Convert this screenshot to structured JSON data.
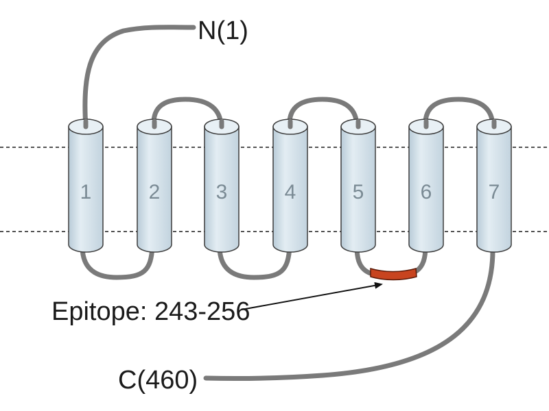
{
  "n_terminus_label": "N(1)",
  "c_terminus_label": "C(460)",
  "epitope_label": "Epitope: 243-256",
  "helices": [
    {
      "number": "1"
    },
    {
      "number": "2"
    },
    {
      "number": "3"
    },
    {
      "number": "4"
    },
    {
      "number": "5"
    },
    {
      "number": "6"
    },
    {
      "number": "7"
    }
  ],
  "colors": {
    "helix_fill": "#d9e6ee",
    "helix_top": "#e8f0f5",
    "helix_stroke": "#3c3c3c",
    "loop": "#7a7a7a",
    "epitope": "#c8441f",
    "membrane_line": "#1a1a1a"
  }
}
